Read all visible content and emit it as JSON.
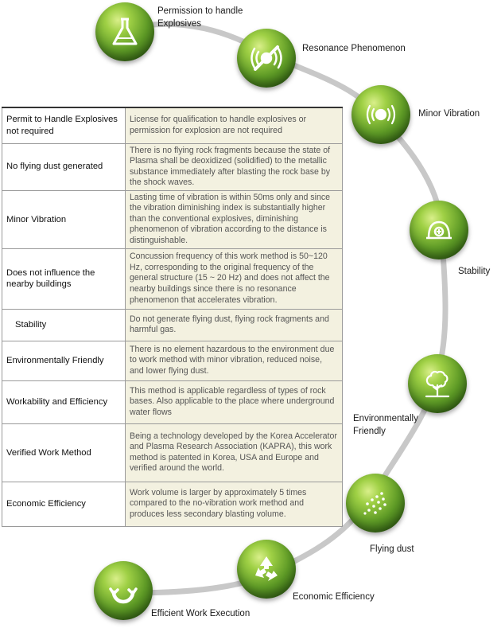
{
  "rows": [
    {
      "label": "Permit to Handle Explosives not required",
      "desc": "License for qualification to handle explosives or permission for explosion are not required"
    },
    {
      "label": "No flying dust generated",
      "desc": "There is no flying rock fragments because the state of Plasma shall be deoxidized (solidified) to the metallic substance immediately after blasting the rock base by the shock waves."
    },
    {
      "label": "Minor Vibration",
      "desc": "Lasting time of vibration is within 50ms only and since the vibration diminishing index is substantially higher than the conventional explosives, diminishing phenomenon of vibration according to the distance is distinguishable."
    },
    {
      "label": "Does not influence the nearby buildings",
      "desc": "Concussion frequency of this work method is 50~120 Hz, corresponding to the original frequency of the general structure (15 ~ 20 Hz) and does not affect the nearby buildings since there is no resonance phenomenon that accelerates vibration."
    },
    {
      "label": "Stability",
      "desc": "Do not generate flying dust, flying rock fragments and harmful gas."
    },
    {
      "label": "Environmentally Friendly",
      "desc": "There is no element hazardous to the environment due to work method with minor vibration, reduced noise, and lower flying dust."
    },
    {
      "label": "Workability and Efficiency",
      "desc": "This method is applicable regardless of types of rock bases. Also applicable to the place where underground water flows"
    },
    {
      "label": "Verified Work Method",
      "desc": "Being a technology developed by the Korea Accelerator and Plasma Research Association (KAPRA), this work method is patented in Korea, USA and Europe and verified around the world."
    },
    {
      "label": "Economic Efficiency",
      "desc": "Work volume is larger by approximately 5 times compared to the no-vibration work method and produces less secondary blasting volume."
    }
  ],
  "nodes": [
    {
      "label": "Permission to handle Explosives",
      "icon": "flask-icon"
    },
    {
      "label": "Resonance Phenomenon",
      "icon": "no-resonance-icon"
    },
    {
      "label": "Minor Vibration",
      "icon": "vibration-icon"
    },
    {
      "label": "Stability",
      "icon": "hard-hat-icon"
    },
    {
      "label": "Environmentally Friendly",
      "icon": "tree-icon"
    },
    {
      "label": "Flying dust",
      "icon": "dust-icon"
    },
    {
      "label": "Economic Efficiency",
      "icon": "recycle-icon"
    },
    {
      "label": "Efficient Work Execution",
      "icon": "cycle-arrows-icon"
    }
  ],
  "colors": {
    "orb_green": "#5e9a26",
    "arc_gray": "#c8c8c8",
    "desc_bg": "#f3f1e0"
  }
}
